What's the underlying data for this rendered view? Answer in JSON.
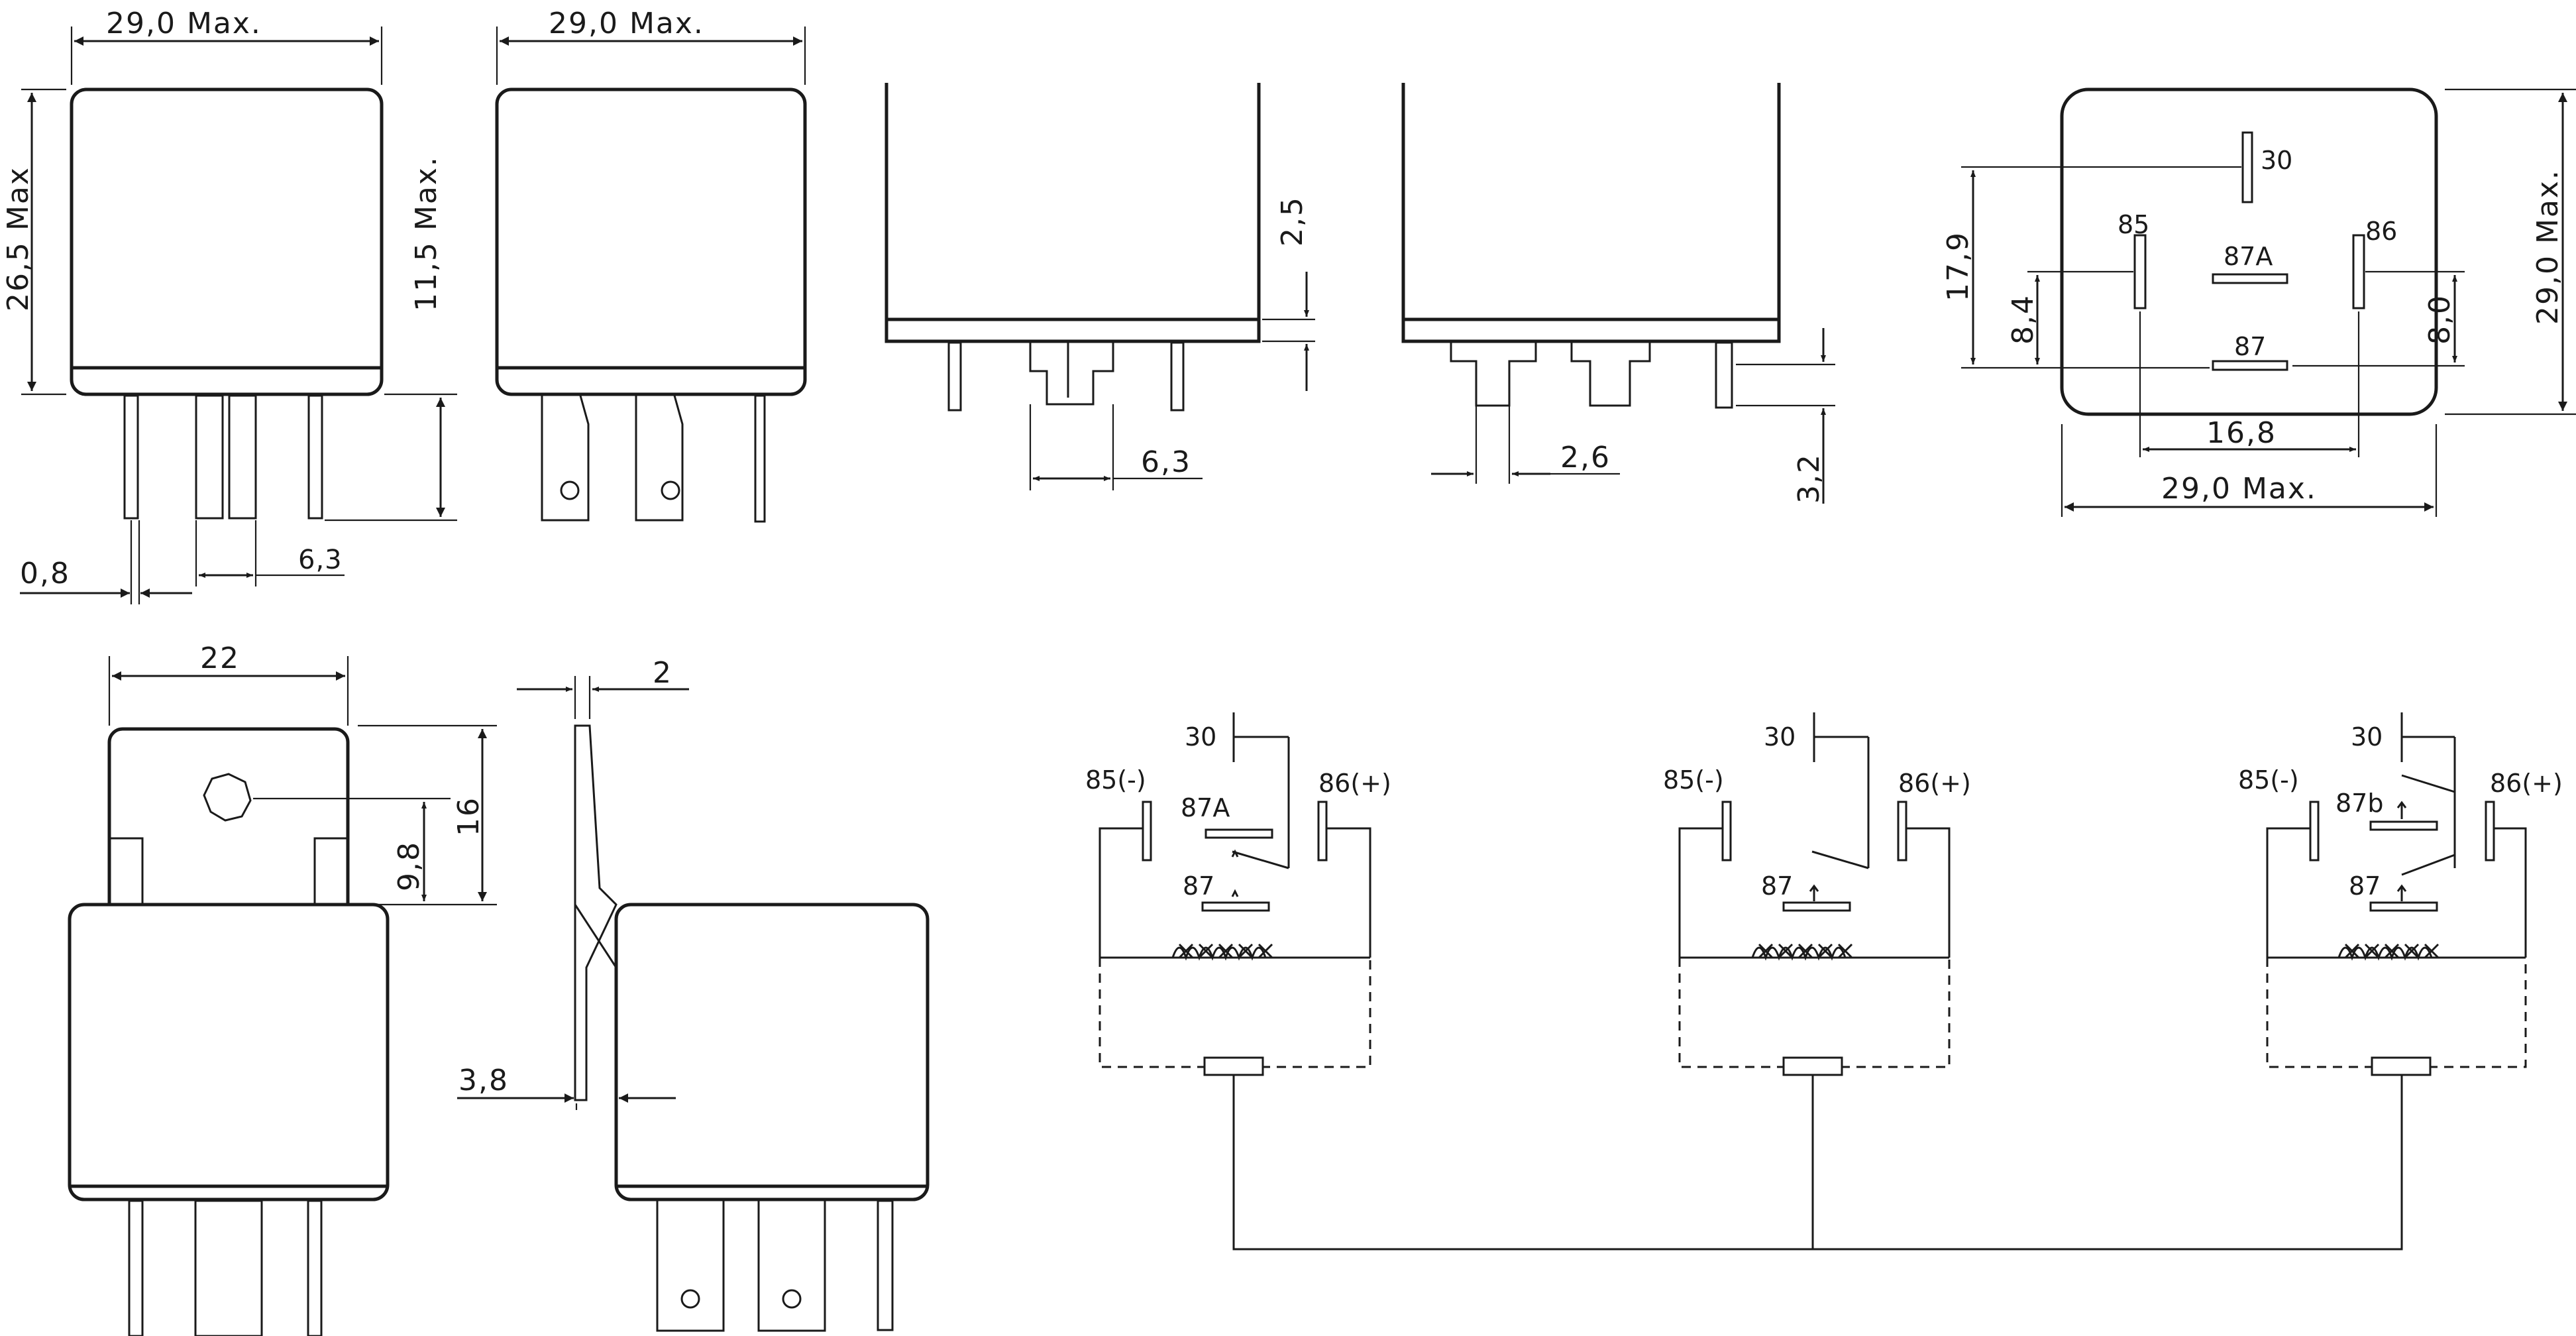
{
  "dims": {
    "top_width_left": "29,0 Max.",
    "top_width_mid": "29,0 Max.",
    "height_overall": "26,5 Max",
    "height_pins": "11,5 Max.",
    "pin_thick": "0,8",
    "pin_width_front": "6,3",
    "side_a_height": "2,5",
    "side_a_width": "6,3",
    "side_b_width": "2,6",
    "side_b_height": "3,2",
    "base_h_total": "17,9",
    "base_h_left": "8,4",
    "base_h_right": "8,0",
    "base_span": "16,8",
    "base_width": "29,0 Max.",
    "base_height": "29,0 Max.",
    "bracket_width": "22",
    "bracket_hole": "9,8",
    "bracket_height": "16",
    "bracket_thick": "2",
    "bracket_offset": "3,8"
  },
  "pins": {
    "p30": "30",
    "p85": "85",
    "p87a": "87A",
    "p86": "86",
    "p87": "87"
  },
  "schematics": [
    {
      "t30": "30",
      "t85": "85(-)",
      "t86": "86(+)",
      "tup": "87A",
      "tlow": "87"
    },
    {
      "t30": "30",
      "t85": "85(-)",
      "t86": "86(+)",
      "tlow": "87"
    },
    {
      "t30": "30",
      "t85": "85(-)",
      "t86": "86(+)",
      "tup": "87b",
      "tlow": "87"
    }
  ]
}
